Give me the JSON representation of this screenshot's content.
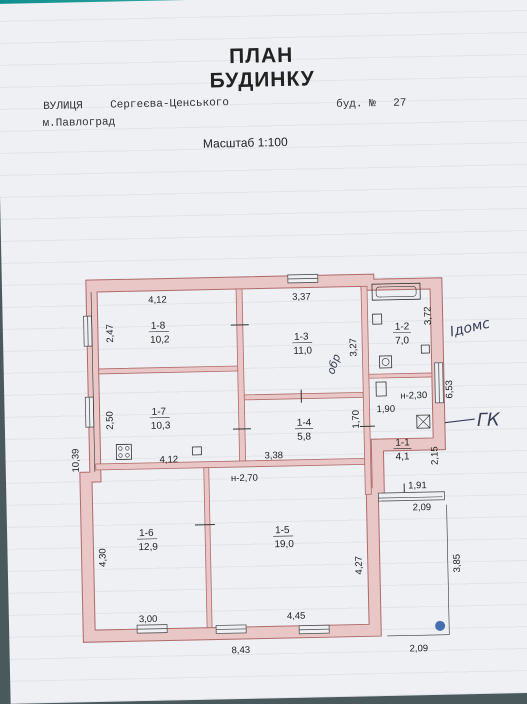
{
  "document": {
    "title_line1": "ПЛАН",
    "title_line2": "БУДИНКУ",
    "street_label": "ВУЛИЦЯ",
    "street_name": "Сергеєва-Ценського",
    "house_label": "буд. №",
    "house_number": "27",
    "city": "м.Павлоград",
    "scale": "Масштаб 1:100"
  },
  "dimensions": {
    "d_4_12_top": "4,12",
    "d_3_37": "3,37",
    "d_3_72": "3,72",
    "d_2_47": "2,47",
    "d_3_27": "3,27",
    "d_6_53": "6,53",
    "d_2_50": "2,50",
    "d_1_90": "1,90",
    "d_h_2_30": "н-2,30",
    "d_1_70": "1,70",
    "d_10_39": "10,39",
    "d_4_12_mid": "4,12",
    "d_3_38": "3,38",
    "d_2_15": "2,15",
    "d_h_2_70": "н-2,70",
    "d_1_91": "1,91",
    "d_2_09_a": "2,09",
    "d_4_30": "4,30",
    "d_4_27": "4,27",
    "d_3_85": "3,85",
    "d_3_00": "3,00",
    "d_4_45": "4,45",
    "d_8_43": "8,43",
    "d_2_09_b": "2,09"
  },
  "rooms": [
    {
      "id": "1-8",
      "area": "10,2"
    },
    {
      "id": "1-3",
      "area": "11,0"
    },
    {
      "id": "1-2",
      "area": "7,0"
    },
    {
      "id": "1-7",
      "area": "10,3"
    },
    {
      "id": "1-4",
      "area": "5,8"
    },
    {
      "id": "1-1",
      "area": "4,1"
    },
    {
      "id": "1-6",
      "area": "12,9"
    },
    {
      "id": "1-5",
      "area": "19,0"
    }
  ],
  "handwriting": {
    "note_right": "Ідомс",
    "note_mid": "обр",
    "note_gk": "ГК"
  },
  "colors": {
    "wall_fill": "#e9c7c7",
    "wall_stroke": "#b06a6a",
    "paper": "#eef0f4"
  }
}
